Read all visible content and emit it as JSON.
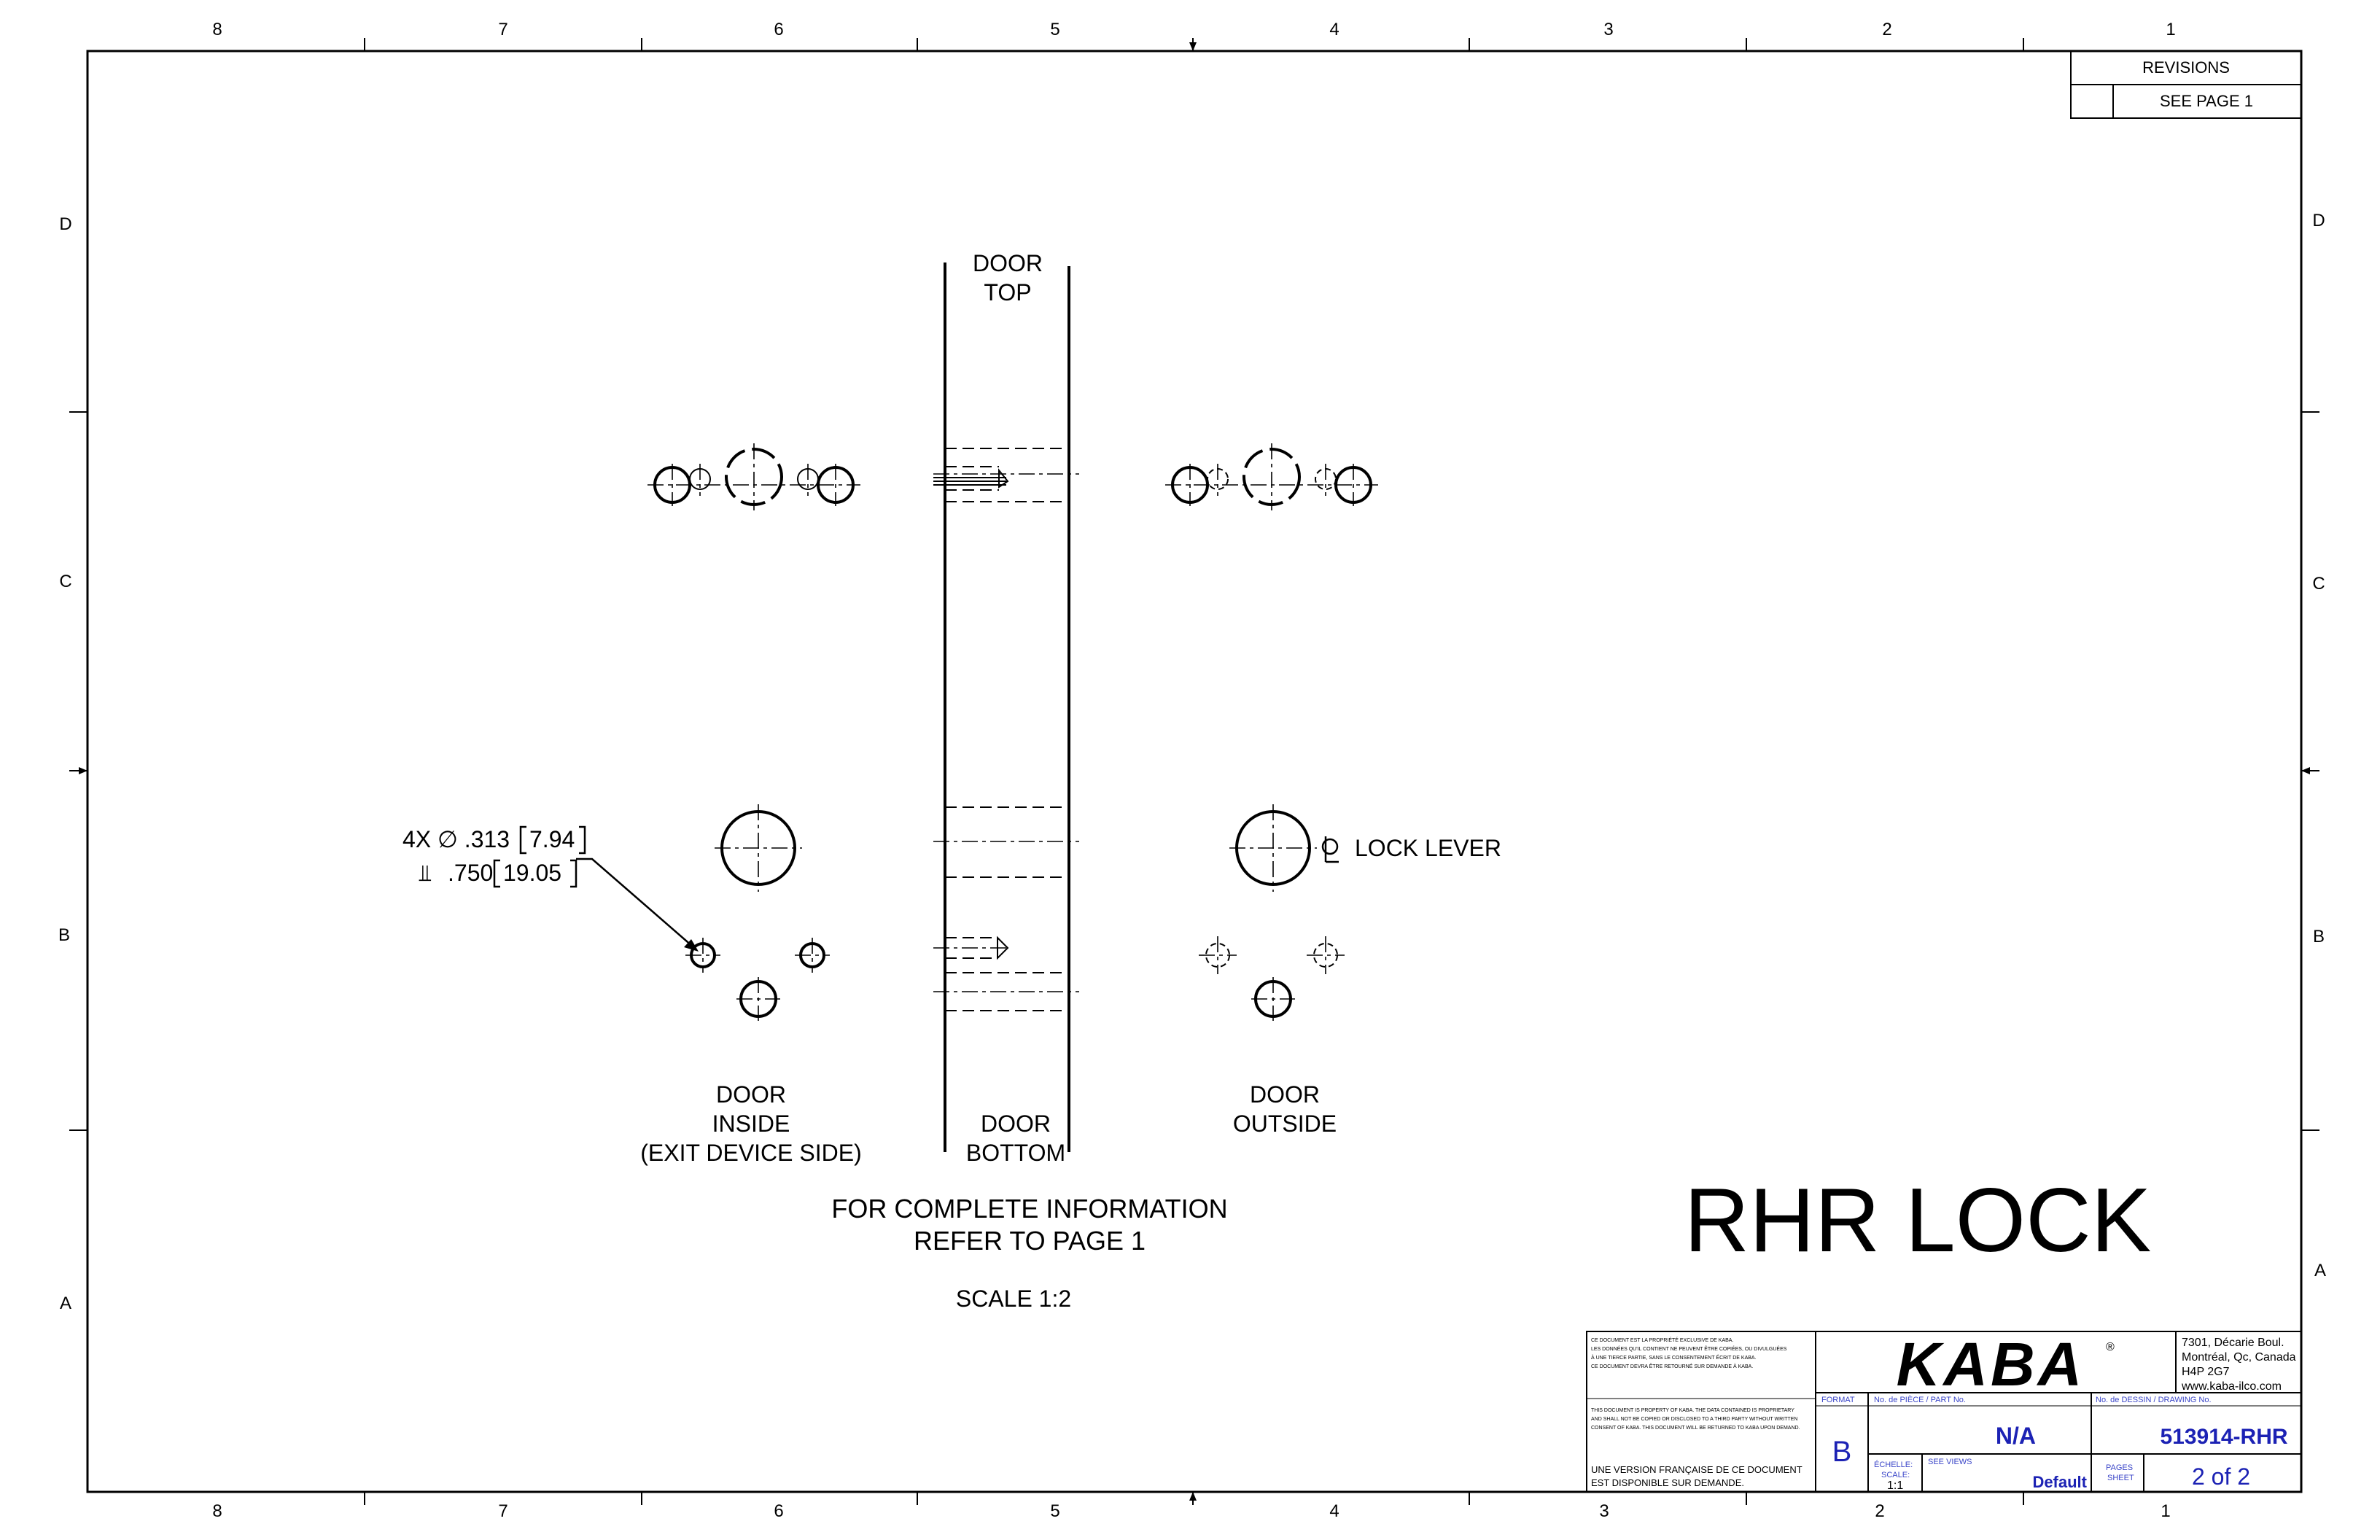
{
  "zones": {
    "columns": [
      "8",
      "7",
      "6",
      "5",
      "4",
      "3",
      "2",
      "1"
    ],
    "rows": [
      "D",
      "C",
      "B",
      "A"
    ]
  },
  "revisions": {
    "title": "REVISIONS",
    "note": "SEE PAGE 1"
  },
  "views": {
    "door_top": [
      "DOOR",
      "TOP"
    ],
    "door_bottom": [
      "DOOR",
      "BOTTOM"
    ],
    "door_inside": [
      "DOOR",
      "INSIDE",
      "(EXIT DEVICE SIDE)"
    ],
    "door_outside": [
      "DOOR",
      "OUTSIDE"
    ],
    "lock_lever": "LOCK LEVER"
  },
  "dimension": {
    "qty_dia": "4X ∅ .313",
    "dia_mm": "7.94",
    "depth_symbol": "⫫",
    "depth": ".750",
    "depth_mm": "19.05"
  },
  "notes": {
    "info_1": "FOR COMPLETE INFORMATION",
    "info_2": "REFER TO PAGE 1",
    "scale": "SCALE 1:2"
  },
  "drawing_title": "RHR LOCK",
  "title_block": {
    "proprietary_fr": [
      "CE DOCUMENT EST LA PROPRIÉTÉ EXCLUSIVE DE KABA.",
      "LES DONNÉES QU'IL CONTIENT NE PEUVENT ÊTRE COPIÉES, OU DIVULGUÉES",
      "À UNE TIERCE PARTIE, SANS LE CONSENTEMENT ÉCRIT DE KABA.",
      "CE DOCUMENT DEVRA ÊTRE RETOURNÉ SUR DEMANDE À KABA."
    ],
    "proprietary_en": [
      "THIS DOCUMENT IS PROPERTY OF KABA. THE DATA CONTAINED IS PROPRIETARY",
      "AND SHALL NOT BE COPIED OR DISCLOSED TO A THIRD PARTY WITHOUT WRITTEN",
      "CONSENT OF KABA. THIS DOCUMENT WILL BE RETURNED TO KABA UPON DEMAND."
    ],
    "french_version": [
      "UNE VERSION FRANÇAISE DE CE DOCUMENT",
      "EST DISPONIBLE SUR DEMANDE."
    ],
    "logo": "KABA",
    "registered": "®",
    "address": [
      "7301, Décarie Boul.",
      "Montréal, Qc, Canada",
      "H4P 2G7",
      "www.kaba-ilco.com"
    ],
    "format_label": "FORMAT",
    "format_value": "B",
    "part_label": "No. de PIÈCE / PART No.",
    "part_value": "N/A",
    "drawing_label": "No. de DESSIN / DRAWING No.",
    "drawing_value": "513914-RHR",
    "scale_label_fr": "ÉCHELLE:",
    "scale_label_en": "SCALE:",
    "scale_value": "1:1",
    "see_views": "SEE VIEWS",
    "config": "Default",
    "pages_label_fr": "PAGES",
    "pages_label_en": "SHEET",
    "pages_value": "2 of 2"
  }
}
